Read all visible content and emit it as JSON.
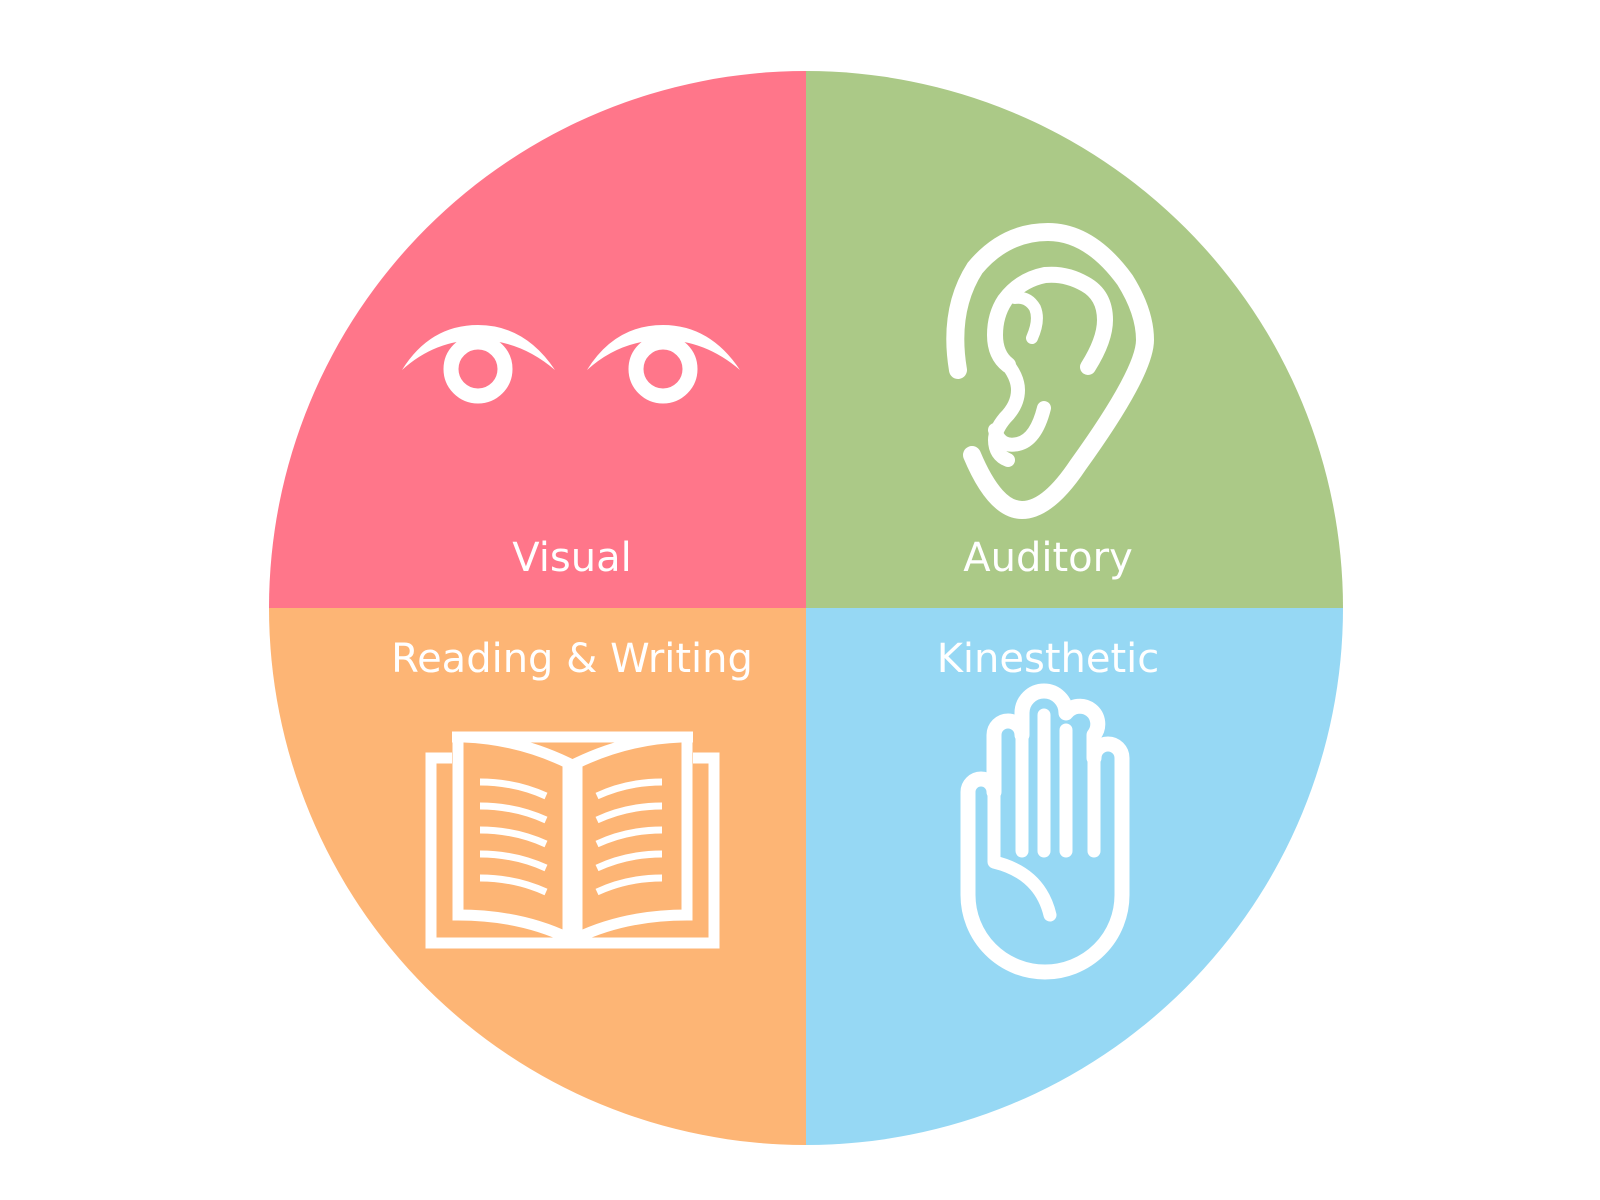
{
  "quadrants": [
    {
      "id": "visual",
      "label": "Visual",
      "color": "#FF768A",
      "icon": "eyes-icon"
    },
    {
      "id": "auditory",
      "label": "Auditory",
      "color": "#ABC987",
      "icon": "ear-icon"
    },
    {
      "id": "reading-writing",
      "label": "Reading & Writing",
      "color": "#FDB575",
      "icon": "open-book-icon"
    },
    {
      "id": "kinesthetic",
      "label": "Kinesthetic",
      "color": "#96D8F4",
      "icon": "hand-icon"
    }
  ]
}
